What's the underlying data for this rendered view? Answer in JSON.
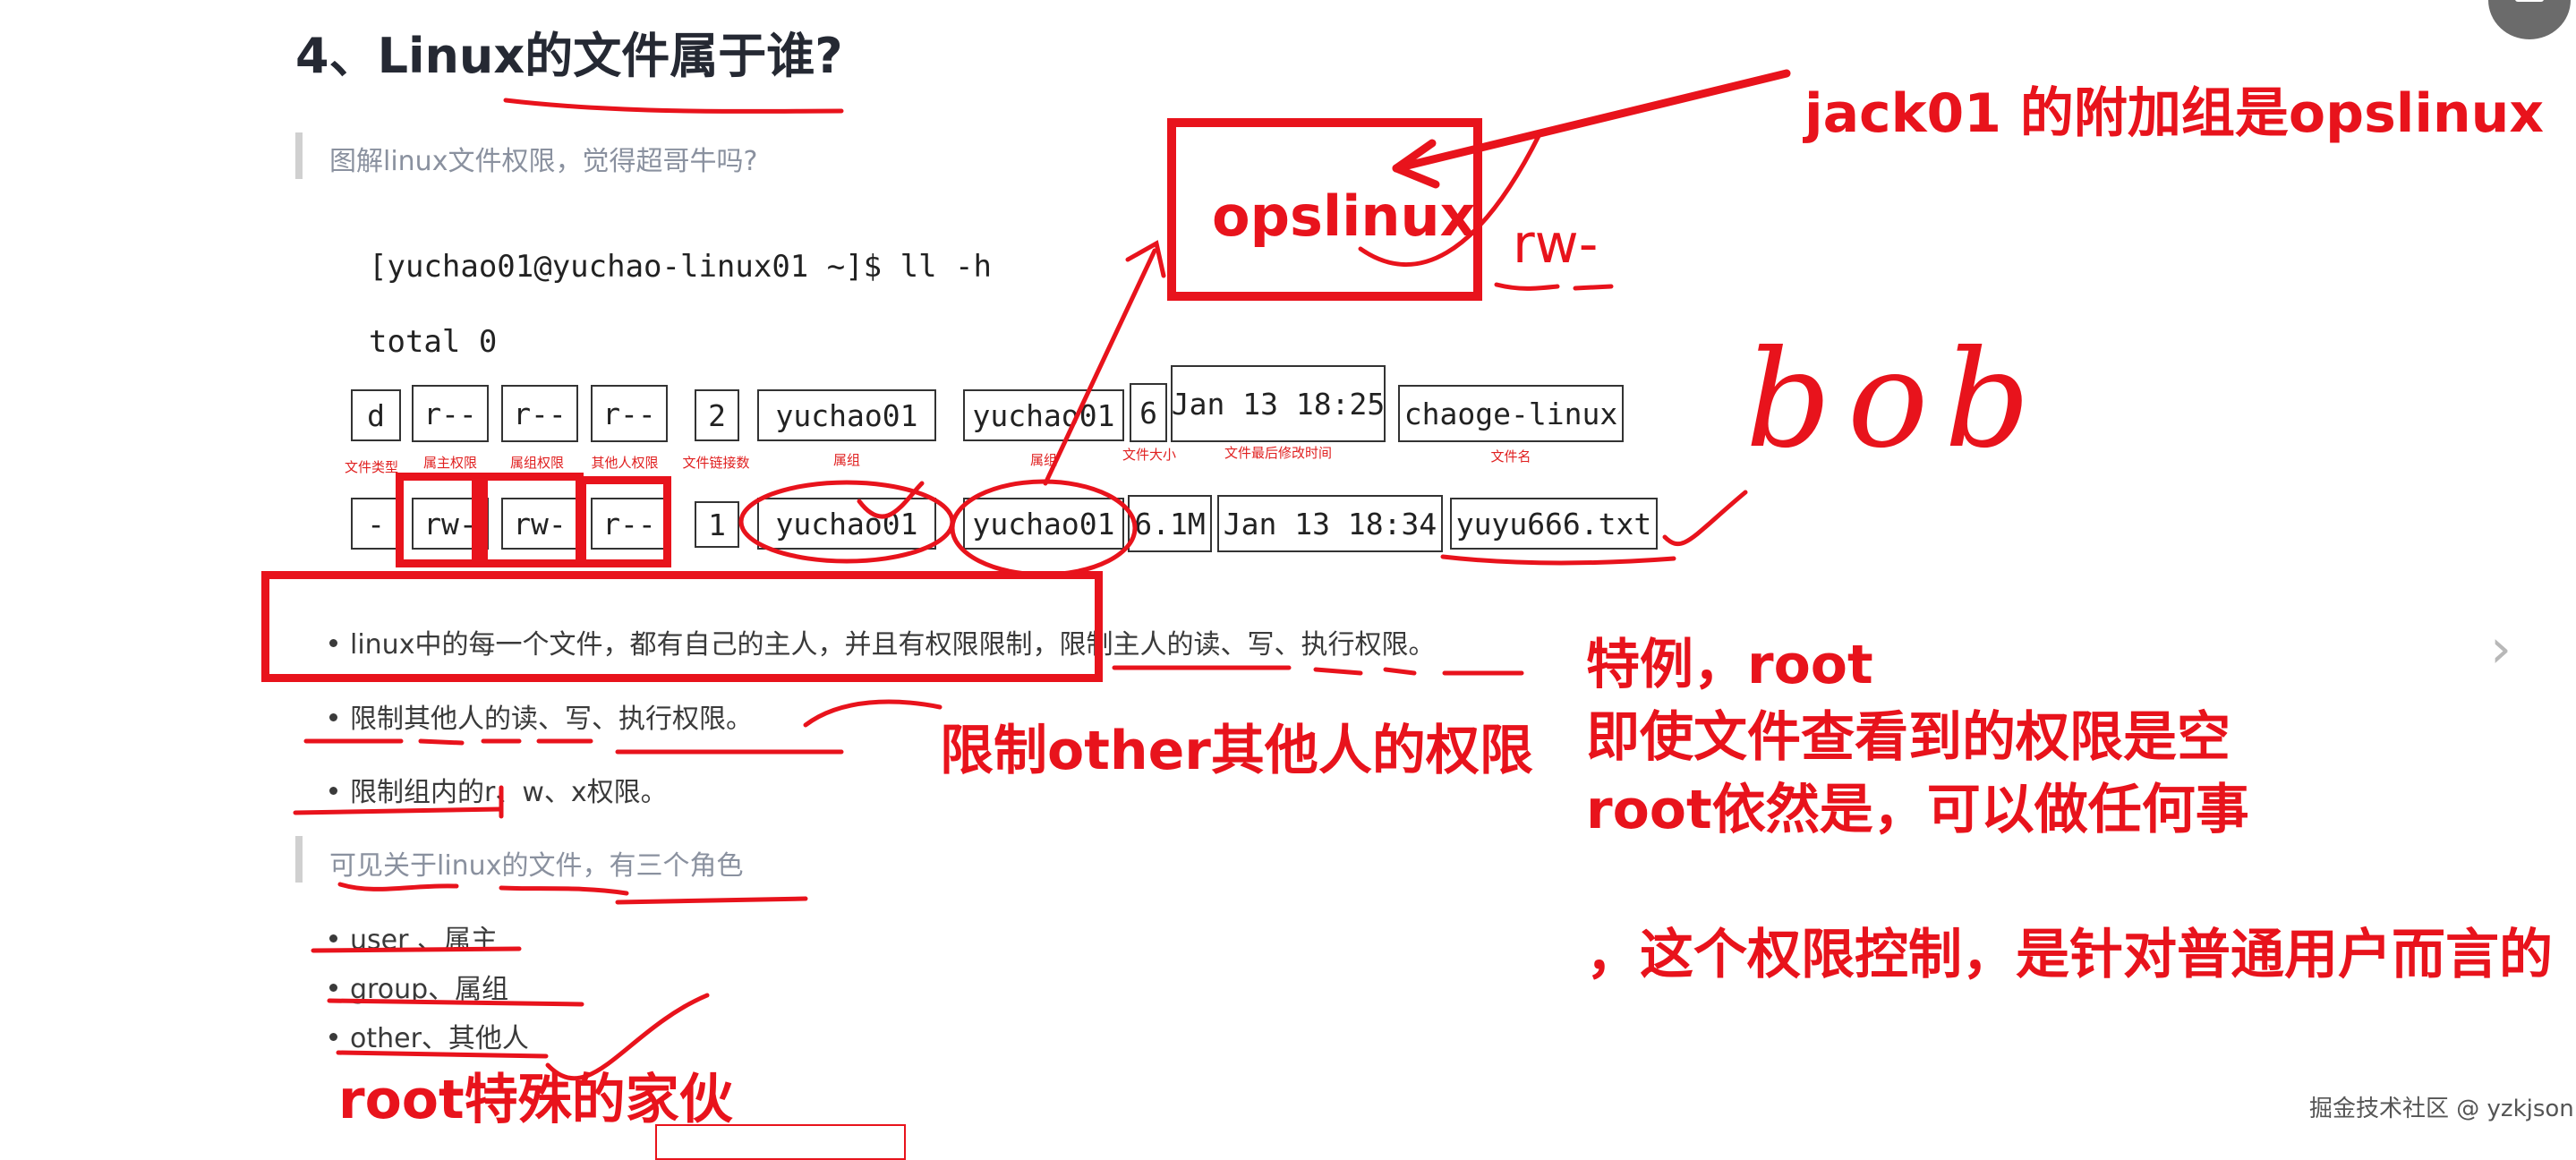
{
  "heading": "4、Linux的文件属于谁?",
  "quote1": "图解linux文件权限，觉得超哥牛吗?",
  "terminal": {
    "prompt": "[yuchao01@yuchao-linux01 ~]$ ll -h",
    "total": "total 0"
  },
  "row1": [
    "d",
    "r--",
    "r--",
    "r--",
    "2",
    "yuchao01",
    "yuchao01",
    "6",
    "Jan 13 18:25",
    "chaoge-linux"
  ],
  "row2": [
    "-",
    "rw-",
    "rw-",
    "r--",
    "1",
    "yuchao01",
    "yuchao01",
    "6.1M",
    "Jan 13 18:34",
    "yuyu666.txt"
  ],
  "captions": [
    "文件类型",
    "属主权限",
    "属组权限",
    "其他人权限",
    "文件链接数",
    "属组",
    "属组",
    "文件大小",
    "文件最后修改时间",
    "文件名"
  ],
  "bullets": [
    "linux中的每一个文件，都有自己的主人，并且有权限限制，限制主人的读、写、执行权限。",
    "限制其他人的读、写、执行权限。",
    "限制组内的r、w、x权限。"
  ],
  "quote2": "可见关于linux的文件，有三个角色",
  "roles": [
    "user 、属主",
    "group、属组",
    "other、其他人"
  ],
  "annotations": {
    "group_box": "opslinux",
    "group_perm": "rw-",
    "supplementary": "jack01 的附加组是opslinux",
    "bob": "bob",
    "other_limit": "限制other其他人的权限",
    "root_special": "root特殊的家伙",
    "root_note_1": "特例，root",
    "root_note_2": "即使文件查看到的权限是空",
    "root_note_3": "root依然是，可以做任何事",
    "root_note_4": "，这个权限控制，是针对普通用户而言的"
  },
  "footer": "掘金技术社区 @ yzkjson",
  "icons": [
    "menu-icon",
    "chevron-right-icon"
  ],
  "colors": {
    "annotation_red": "#e8131c",
    "title": "#252933",
    "quote": "#8a919f"
  }
}
